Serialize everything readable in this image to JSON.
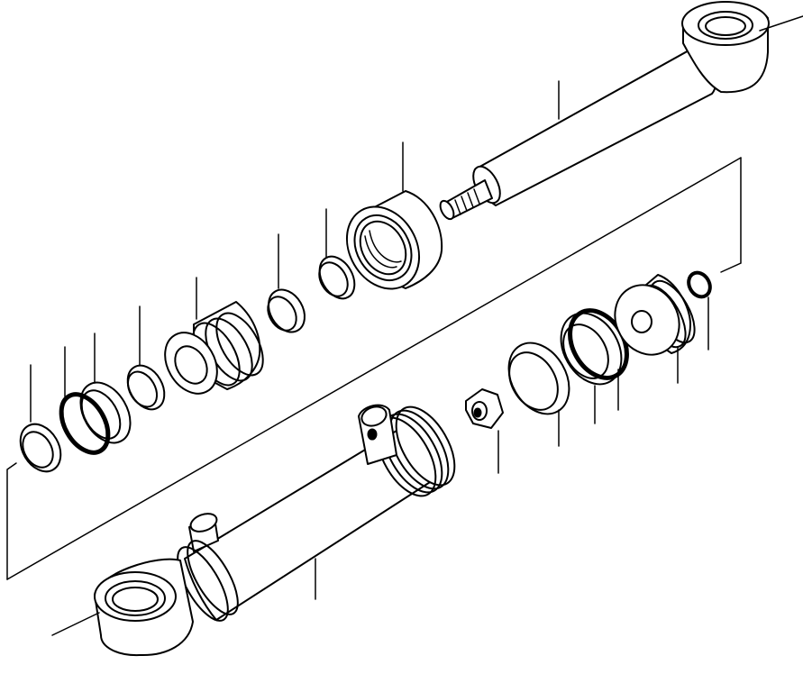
{
  "diagram": {
    "style": "exploded-view line drawing",
    "colors": {
      "stroke": "#000000",
      "background": "#ffffff"
    },
    "parts": [
      {
        "id": "rod-assembly"
      },
      {
        "id": "piston-nut"
      },
      {
        "id": "cylinder-tube"
      },
      {
        "id": "cylinder-head"
      },
      {
        "id": "piston"
      }
    ]
  }
}
